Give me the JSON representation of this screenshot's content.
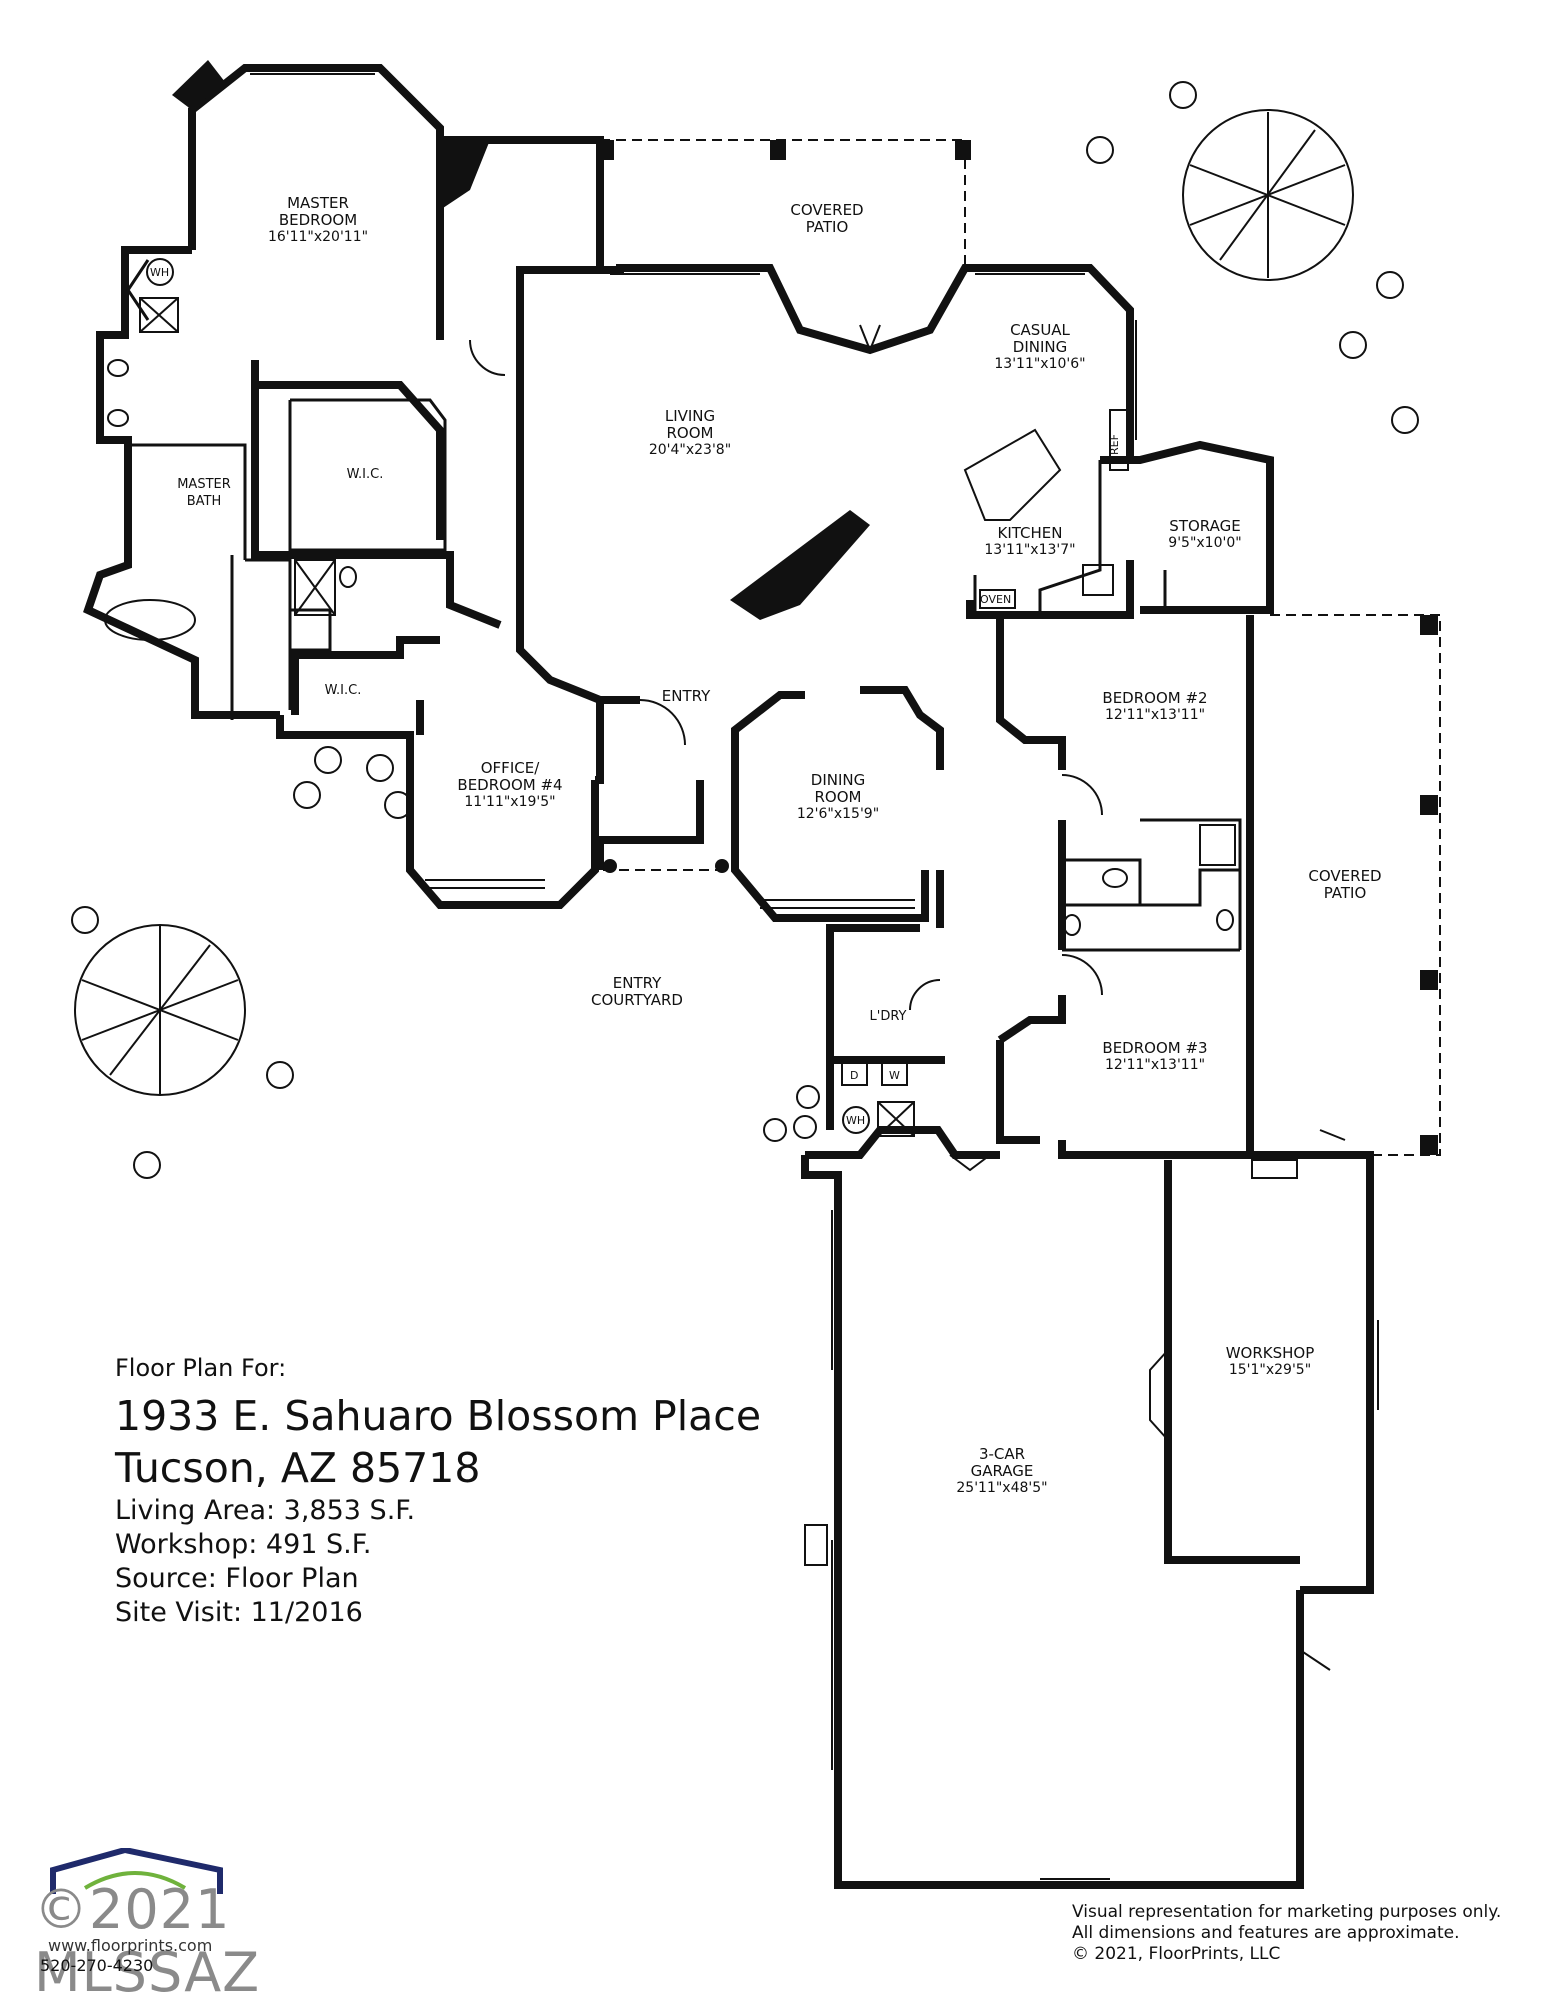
{
  "rooms": {
    "master_bedroom": {
      "name": "MASTER\nBEDROOM",
      "dims": "16'11\"x20'11\""
    },
    "covered_patio_top": {
      "name": "COVERED\nPATIO"
    },
    "living_room": {
      "name": "LIVING\nROOM",
      "dims": "20'4\"x23'8\""
    },
    "casual_dining": {
      "name": "CASUAL\nDINING",
      "dims": "13'11\"x10'6\""
    },
    "kitchen": {
      "name": "KITCHEN",
      "dims": "13'11\"x13'7\""
    },
    "storage": {
      "name": "STORAGE",
      "dims": "9'5\"x10'0\""
    },
    "master_bath": {
      "name": "MASTER\nBATH"
    },
    "wic_master": {
      "name": "W.I.C."
    },
    "wic_office": {
      "name": "W.I.C."
    },
    "entry": {
      "name": "ENTRY"
    },
    "office": {
      "name": "OFFICE/\nBEDROOM #4",
      "dims": "11'11\"x19'5\""
    },
    "dining_room": {
      "name": "DINING\nROOM",
      "dims": "12'6\"x15'9\""
    },
    "bedroom2": {
      "name": "BEDROOM #2",
      "dims": "12'11\"x13'11\""
    },
    "bedroom3": {
      "name": "BEDROOM #3",
      "dims": "12'11\"x13'11\""
    },
    "covered_patio_right": {
      "name": "COVERED\nPATIO"
    },
    "entry_courtyard": {
      "name": "ENTRY\nCOURTYARD"
    },
    "laundry": {
      "name": "L'DRY"
    },
    "workshop": {
      "name": "WORKSHOP",
      "dims": "15'1\"x29'5\""
    },
    "garage": {
      "name": "3-CAR\nGARAGE",
      "dims": "25'11\"x48'5\""
    }
  },
  "fixtures": {
    "wh": "WH",
    "ref": "REF",
    "oven": "OVEN",
    "dryer": "D",
    "washer": "W"
  },
  "info": {
    "floor_plan_for": "Floor Plan For:",
    "address_line1": "1933 E. Sahuaro Blossom Place",
    "address_line2": "Tucson, AZ 85718",
    "living_area": "Living Area:  3,853 S.F.",
    "workshop_area": "Workshop:  491 S.F.",
    "source": "Source:  Floor Plan",
    "site_visit": "Site Visit:  11/2016"
  },
  "disclaimer": {
    "line1": "Visual representation for marketing purposes only.",
    "line2": "All dimensions and features are approximate.",
    "line3": "© 2021, FloorPrints, LLC"
  },
  "brand": {
    "watermark": "©2021 MLSSAZ",
    "website": "www.floorprints.com",
    "phone": "520-270-4230"
  }
}
